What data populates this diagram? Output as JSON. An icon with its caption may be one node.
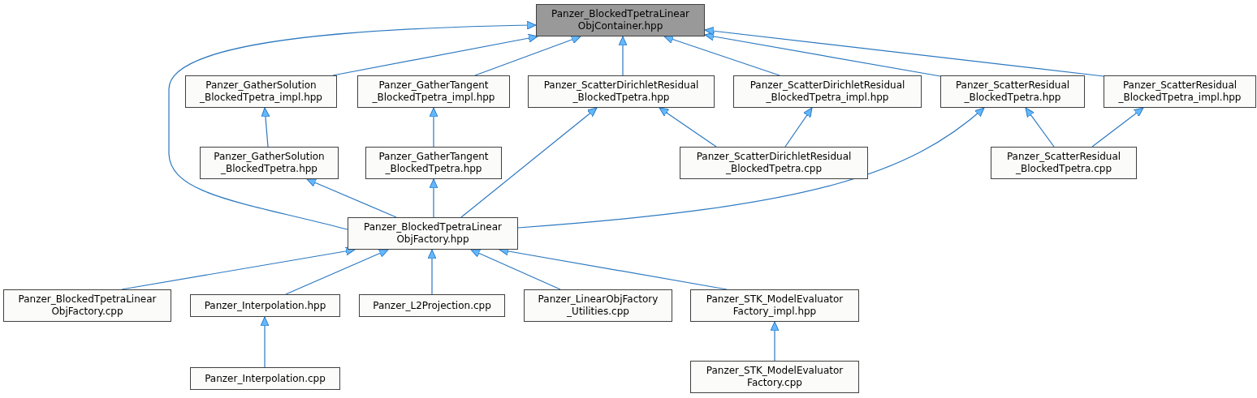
{
  "diagram": {
    "nodes": [
      {
        "text": [
          "Panzer_BlockedTpetraLinear ObjContainer.hpp"
        ]
      },
      {
        "text": [
          "Panzer_GatherSolution _BlockedTpetra_impl.hpp"
        ]
      },
      {
        "text": [
          "Panzer_GatherTangent _BlockedTpetra_impl.hpp"
        ]
      },
      {
        "text": [
          "Panzer_ScatterDirichletResidual _BlockedTpetra.hpp"
        ]
      },
      {
        "text": [
          "Panzer_ScatterDirichletResidual _BlockedTpetra_impl.hpp"
        ]
      },
      {
        "text": [
          "Panzer_ScatterResidual _BlockedTpetra.hpp"
        ]
      },
      {
        "text": [
          "Panzer_ScatterResidual _BlockedTpetra_impl.hpp"
        ]
      },
      {
        "text": [
          "Panzer_GatherSolution _BlockedTpetra.hpp"
        ]
      },
      {
        "text": [
          "Panzer_GatherTangent _BlockedTpetra.hpp"
        ]
      },
      {
        "text": [
          "Panzer_ScatterDirichletResidual _BlockedTpetra.cpp"
        ]
      },
      {
        "text": [
          "Panzer_ScatterResidual _BlockedTpetra.cpp"
        ]
      },
      {
        "text": [
          "Panzer_BlockedTpetraLinear ObjFactory.hpp"
        ]
      },
      {
        "text": [
          "Panzer_BlockedTpetraLinear ObjFactory.cpp"
        ]
      },
      {
        "text": [
          "Panzer_Interpolation.hpp"
        ]
      },
      {
        "text": [
          "Panzer_L2Projection.cpp"
        ]
      },
      {
        "text": [
          "Panzer_LinearObjFactory _Utilities.cpp"
        ]
      },
      {
        "text": [
          "Panzer_STK_ModelEvaluator Factory_impl.hpp"
        ]
      },
      {
        "text": [
          "Panzer_Interpolation.cpp"
        ]
      },
      {
        "text": [
          "Panzer_STK_ModelEvaluator Factory.cpp"
        ]
      }
    ],
    "edges": [
      {
        "from": 1,
        "to": 0,
        "arrow": "to"
      },
      {
        "from": 2,
        "to": 0,
        "arrow": "to"
      },
      {
        "from": 3,
        "to": 0,
        "arrow": "to"
      },
      {
        "from": 4,
        "to": 0,
        "arrow": "to"
      },
      {
        "from": 5,
        "to": 0,
        "arrow": "to"
      },
      {
        "from": 6,
        "to": 0,
        "arrow": "to"
      },
      {
        "from": 11,
        "to": 0,
        "arrow": "to"
      },
      {
        "from": 7,
        "to": 1,
        "arrow": "to"
      },
      {
        "from": 8,
        "to": 2,
        "arrow": "to"
      },
      {
        "from": 9,
        "to": 3,
        "arrow": "to"
      },
      {
        "from": 11,
        "to": 3,
        "arrow": "to"
      },
      {
        "from": 9,
        "to": 4,
        "arrow": "to"
      },
      {
        "from": 11,
        "to": 5,
        "arrow": "to"
      },
      {
        "from": 10,
        "to": 5,
        "arrow": "to"
      },
      {
        "from": 10,
        "to": 6,
        "arrow": "to"
      },
      {
        "from": 11,
        "to": 7,
        "arrow": "to"
      },
      {
        "from": 11,
        "to": 8,
        "arrow": "to"
      },
      {
        "from": 12,
        "to": 11,
        "arrow": "to"
      },
      {
        "from": 13,
        "to": 11,
        "arrow": "to"
      },
      {
        "from": 14,
        "to": 11,
        "arrow": "to"
      },
      {
        "from": 15,
        "to": 11,
        "arrow": "to"
      },
      {
        "from": 16,
        "to": 11,
        "arrow": "to"
      },
      {
        "from": 17,
        "to": 13,
        "arrow": "to"
      },
      {
        "from": 18,
        "to": 16,
        "arrow": "to"
      }
    ]
  }
}
